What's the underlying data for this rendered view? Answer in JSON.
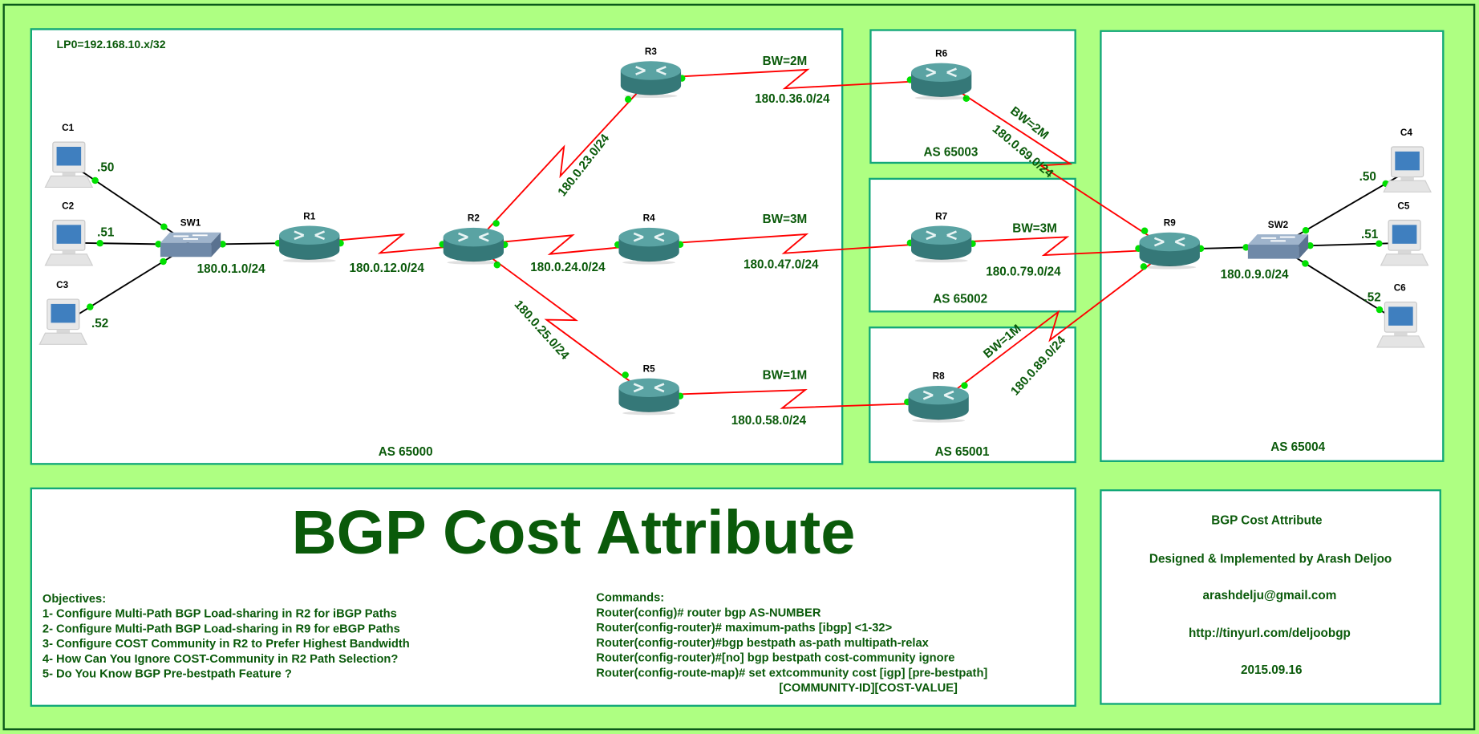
{
  "colors": {
    "background": "#aeff82",
    "frame": "#0b5a1a",
    "box_border": "#12a878",
    "text": "#0a5a0a",
    "serial_link": "#ff0000",
    "ethernet_link": "#000000",
    "port_dot": "#00e000",
    "router": "#3e8a8a"
  },
  "loopback_note": "LP0=192.168.10.x/32",
  "as_boxes": [
    {
      "id": "as65000",
      "label": "AS 65000"
    },
    {
      "id": "as65003",
      "label": "AS 65003"
    },
    {
      "id": "as65002",
      "label": "AS 65002"
    },
    {
      "id": "as65001",
      "label": "AS 65001"
    },
    {
      "id": "as65004",
      "label": "AS 65004"
    }
  ],
  "nodes": [
    {
      "id": "C1",
      "type": "pc",
      "label": "C1",
      "ip": ".50"
    },
    {
      "id": "C2",
      "type": "pc",
      "label": "C2",
      "ip": ".51"
    },
    {
      "id": "C3",
      "type": "pc",
      "label": "C3",
      "ip": ".52"
    },
    {
      "id": "SW1",
      "type": "switch",
      "label": "SW1"
    },
    {
      "id": "R1",
      "type": "router",
      "label": "R1"
    },
    {
      "id": "R2",
      "type": "router",
      "label": "R2"
    },
    {
      "id": "R3",
      "type": "router",
      "label": "R3"
    },
    {
      "id": "R4",
      "type": "router",
      "label": "R4"
    },
    {
      "id": "R5",
      "type": "router",
      "label": "R5"
    },
    {
      "id": "R6",
      "type": "router",
      "label": "R6"
    },
    {
      "id": "R7",
      "type": "router",
      "label": "R7"
    },
    {
      "id": "R8",
      "type": "router",
      "label": "R8"
    },
    {
      "id": "R9",
      "type": "router",
      "label": "R9"
    },
    {
      "id": "SW2",
      "type": "switch",
      "label": "SW2"
    },
    {
      "id": "C4",
      "type": "pc",
      "label": "C4",
      "ip": ".50"
    },
    {
      "id": "C5",
      "type": "pc",
      "label": "C5",
      "ip": ".51"
    },
    {
      "id": "C6",
      "type": "pc",
      "label": "C6",
      "ip": ".52"
    }
  ],
  "links": [
    {
      "from": "C1",
      "to": "SW1",
      "type": "ethernet"
    },
    {
      "from": "C2",
      "to": "SW1",
      "type": "ethernet"
    },
    {
      "from": "C3",
      "to": "SW1",
      "type": "ethernet"
    },
    {
      "from": "SW1",
      "to": "R1",
      "type": "ethernet",
      "subnet": "180.0.1.0/24"
    },
    {
      "from": "R1",
      "to": "R2",
      "type": "serial",
      "subnet": "180.0.12.0/24"
    },
    {
      "from": "R2",
      "to": "R3",
      "type": "serial",
      "subnet": "180.0.23.0/24"
    },
    {
      "from": "R2",
      "to": "R4",
      "type": "serial",
      "subnet": "180.0.24.0/24"
    },
    {
      "from": "R2",
      "to": "R5",
      "type": "serial",
      "subnet": "180.0.25.0/24"
    },
    {
      "from": "R3",
      "to": "R6",
      "type": "serial",
      "subnet": "180.0.36.0/24",
      "bandwidth": "BW=2M"
    },
    {
      "from": "R4",
      "to": "R7",
      "type": "serial",
      "subnet": "180.0.47.0/24",
      "bandwidth": "BW=3M"
    },
    {
      "from": "R5",
      "to": "R8",
      "type": "serial",
      "subnet": "180.0.58.0/24",
      "bandwidth": "BW=1M"
    },
    {
      "from": "R6",
      "to": "R9",
      "type": "serial",
      "subnet": "180.0.69.0/24",
      "bandwidth": "BW=2M"
    },
    {
      "from": "R7",
      "to": "R9",
      "type": "serial",
      "subnet": "180.0.79.0/24",
      "bandwidth": "BW=3M"
    },
    {
      "from": "R8",
      "to": "R9",
      "type": "serial",
      "subnet": "180.0.89.0/24",
      "bandwidth": "BW=1M"
    },
    {
      "from": "R9",
      "to": "SW2",
      "type": "ethernet",
      "subnet": "180.0.9.0/24"
    },
    {
      "from": "SW2",
      "to": "C4",
      "type": "ethernet"
    },
    {
      "from": "SW2",
      "to": "C5",
      "type": "ethernet"
    },
    {
      "from": "SW2",
      "to": "C6",
      "type": "ethernet"
    }
  ],
  "title": "BGP Cost Attribute",
  "objectives": {
    "heading": "Objectives:",
    "items": [
      "1- Configure Multi-Path BGP Load-sharing in R2 for iBGP Paths",
      "2- Configure Multi-Path BGP Load-sharing in R9 for eBGP Paths",
      "3- Configure COST Community in R2 to Prefer Highest Bandwidth",
      "4- How Can You Ignore COST-Community in R2 Path Selection?",
      "5- Do You Know BGP Pre-bestpath Feature ?"
    ]
  },
  "commands": {
    "heading": "Commands:",
    "items": [
      "Router(config)# router bgp AS-NUMBER",
      "Router(config-router)# maximum-paths [ibgp] <1-32>",
      "Router(config-router)#bgp bestpath as-path multipath-relax",
      "Router(config-router)#[no] bgp bestpath cost-community ignore",
      "Router(config-route-map)# set extcommunity cost [igp] [pre-bestpath]",
      "[COMMUNITY-ID][COST-VALUE]"
    ]
  },
  "credits": {
    "title": "BGP Cost Attribute",
    "author": "Designed & Implemented by Arash Deljoo",
    "email": "arashdelju@gmail.com",
    "url": "http://tinyurl.com/deljoobgp",
    "date": "2015.09.16"
  }
}
